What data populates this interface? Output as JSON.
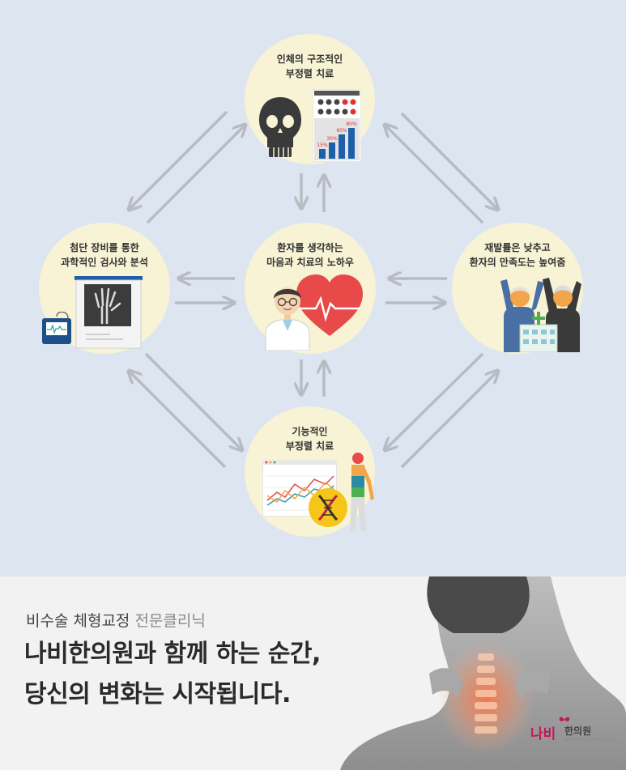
{
  "diagram": {
    "nodes": {
      "top": {
        "line1": "인체의 구조적인",
        "line2": "부정렬 치료",
        "chart_labels": [
          "15%",
          "30%",
          "60%",
          "80%"
        ]
      },
      "left": {
        "line1": "첨단 장비를 통한",
        "line2": "과학적인 검사와 분석"
      },
      "center": {
        "line1": "환자를 생각하는",
        "line2": "마음과 치료의 노하우"
      },
      "right": {
        "line1": "재발률은 낮추고",
        "line2": "환자의 만족도는 높여줌"
      },
      "bottom": {
        "line1": "기능적인",
        "line2": "부정렬 치료"
      }
    },
    "colors": {
      "background": "#dde5f1",
      "circle": "#f7f3d4",
      "arrow": "#b8bcc2",
      "heart": "#e84a4a"
    }
  },
  "banner": {
    "subtitle_plain": "비수술 체형교정",
    "subtitle_emphasis": "전문클리닉",
    "headline_line1": "나비한의원과 함께 하는 순간,",
    "headline_line2": "당신의 변화는 시작됩니다.",
    "logo_main": "나비",
    "logo_side": "한의원",
    "logo_tagline": "NABI ORIENTAL MEDICAL CLINIC"
  }
}
